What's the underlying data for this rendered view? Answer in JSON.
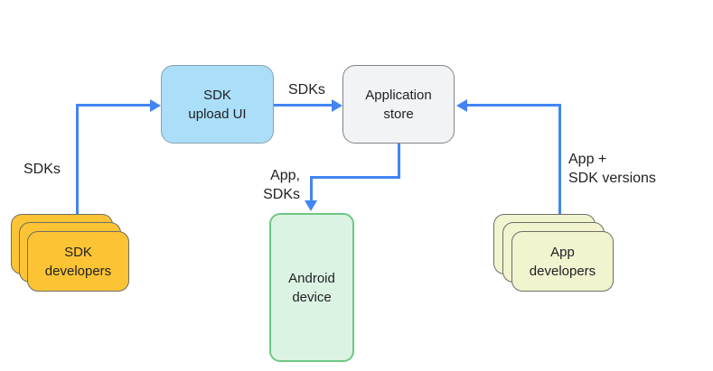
{
  "diagram": {
    "type": "flowchart",
    "arrow_color": "#4285F4",
    "background": "#ffffff",
    "nodes": {
      "sdk_developers": {
        "label": "SDK\ndevelopers",
        "shape": "stacked-cards",
        "fill": "#FCC434"
      },
      "sdk_upload_ui": {
        "label": "SDK\nupload UI",
        "shape": "rounded-rect",
        "fill": "#ABDEF8"
      },
      "application_store": {
        "label": "Application\nstore",
        "shape": "rounded-rect",
        "fill": "#F1F3F4"
      },
      "android_device": {
        "label": "Android\ndevice",
        "shape": "rounded-rect-tall",
        "fill": "#DBF3E3"
      },
      "app_developers": {
        "label": "App\ndevelopers",
        "shape": "stacked-cards",
        "fill": "#F1F4CF"
      }
    },
    "edges": [
      {
        "from": "sdk_developers",
        "to": "sdk_upload_ui",
        "label": "SDKs"
      },
      {
        "from": "sdk_upload_ui",
        "to": "application_store",
        "label": "SDKs"
      },
      {
        "from": "application_store",
        "to": "android_device",
        "label": "App,\nSDKs"
      },
      {
        "from": "app_developers",
        "to": "application_store",
        "label": "App +\nSDK versions"
      }
    ]
  }
}
